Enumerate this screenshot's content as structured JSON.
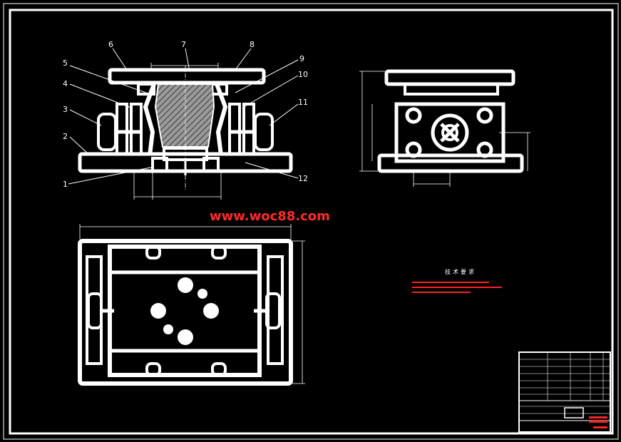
{
  "watermark": "www.woc88.com",
  "part_labels": [
    "1",
    "2",
    "3",
    "4",
    "5",
    "6",
    "7",
    "8",
    "9",
    "10",
    "11",
    "12"
  ],
  "tech_requirements": {
    "title": "技术要求"
  },
  "colors": {
    "background": "#000000",
    "line": "#ffffff",
    "watermark": "#ff2a2a",
    "note": "#ff2020",
    "hatch_fill": "#9a9a9a"
  }
}
